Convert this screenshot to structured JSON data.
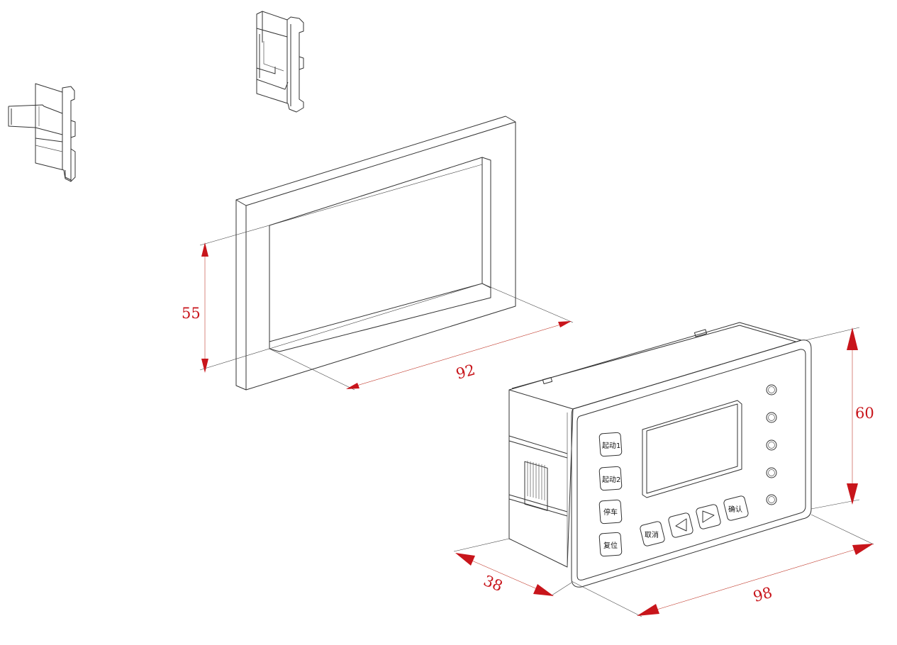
{
  "dimensions": {
    "cutout_height": "55",
    "cutout_width": "92",
    "device_height": "60",
    "device_depth": "38",
    "device_width": "98"
  },
  "buttons": {
    "start1": "起动1",
    "start2": "起动2",
    "stop": "停车",
    "reset": "复位",
    "cancel": "取消",
    "confirm": "确认"
  },
  "colors": {
    "dimension": "#c8151b",
    "line": "#333333"
  },
  "icons": {
    "left": "left-triangle-icon",
    "right": "right-triangle-icon"
  }
}
